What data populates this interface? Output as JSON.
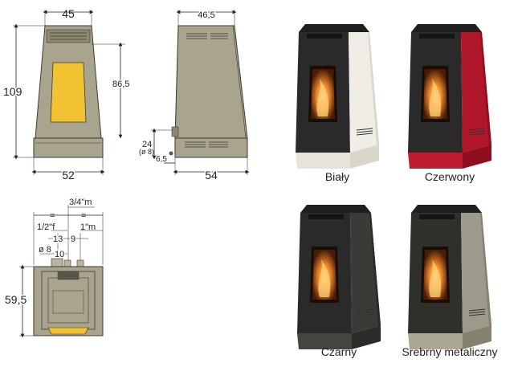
{
  "front_view": {
    "width_top": "45",
    "height": "109",
    "glass_height": "86,5",
    "width_base": "52"
  },
  "side_view": {
    "depth_top": "46,5",
    "flue_height": "24",
    "flue_diameter": "(ø 8)",
    "flue_offset": "6,5",
    "depth_base": "54"
  },
  "rear_view": {
    "top_label": "3/4\"m",
    "eq_left": "=",
    "eq_right": "=",
    "pipe_half_female": "1/2\"f",
    "pipe_one_male": "1\"m",
    "spacing_13": "13",
    "spacing_9": "9",
    "diameter_8": "ø 8",
    "spacing_10": "10",
    "height": "59,5"
  },
  "variants": [
    {
      "label": "Biały",
      "body": "#efede6",
      "side": "#d9d6ca",
      "base": "#e6e3d8",
      "front": "#2a2a2a"
    },
    {
      "label": "Czerwony",
      "body": "#b0162a",
      "side": "#8f0f20",
      "base": "#c01c31",
      "front": "#2a2a2a"
    },
    {
      "label": "Czarny",
      "body": "#3b3a37",
      "side": "#2c2b29",
      "base": "#46443f",
      "front": "#2a2a2a"
    },
    {
      "label": "Srebrny metaliczny",
      "body": "#9c9a8a",
      "side": "#84826f",
      "base": "#aaa894",
      "front": "#2f2f2c"
    }
  ],
  "colors": {
    "drawing_body": "#a9a48e",
    "drawing_dark": "#8e896f",
    "drawing_line": "#3a3a30",
    "glass": "#f3c233",
    "fire_dark": "#3a1a06",
    "fire_mid": "#c8501a",
    "fire_light": "#f6a43a"
  }
}
